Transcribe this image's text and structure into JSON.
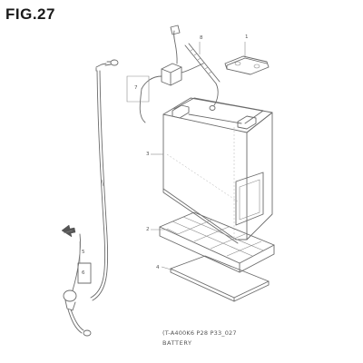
{
  "figure": {
    "title": "FIG.27",
    "reference_code": "(T-A400K6 P28 P33_027",
    "caption": "BATTERY"
  },
  "callouts": [
    "1",
    "2",
    "3",
    "4",
    "5",
    "6",
    "7",
    "8"
  ],
  "colors": {
    "line": "#6b6b6b",
    "text": "#555555",
    "title": "#1a1a1a",
    "background": "#ffffff"
  }
}
